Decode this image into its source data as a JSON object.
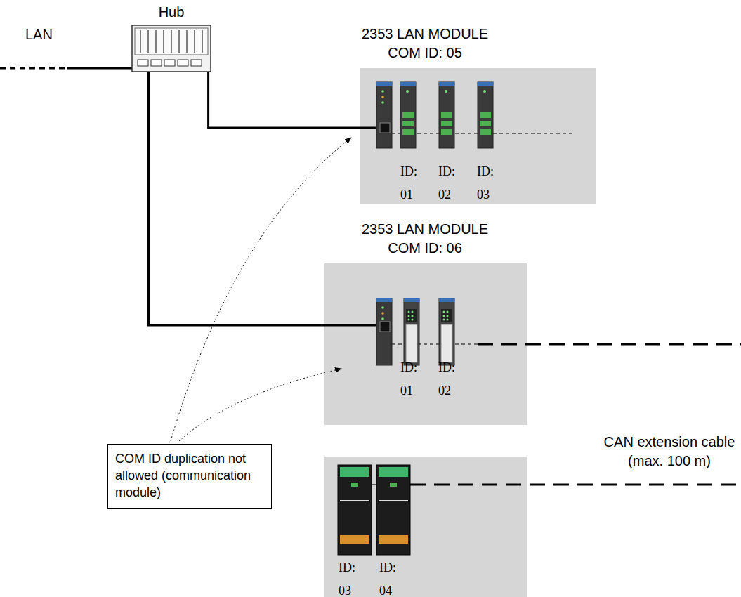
{
  "diagram": {
    "nodes": [
      {
        "text": [
          "Hub"
        ]
      },
      {
        "text": [
          "2353 LAN MODULE COM ID: 05"
        ]
      },
      {
        "text": [
          "2353 LAN MODULE COM ID: 06"
        ]
      },
      {
        "text": [
          "COM ID duplication not allowed (communication module)"
        ]
      }
    ],
    "edges": [
      {
        "from": 0,
        "to": 1,
        "arrow": "none"
      },
      {
        "from": 0,
        "to": 2,
        "arrow": "none"
      }
    ],
    "labels": [
      "LAN",
      "ID: 01",
      "ID: 02",
      "ID: 03",
      "ID: 01",
      "ID: 02",
      "ID: 03",
      "ID: 04",
      "CAN extension cable (max. 100 m)"
    ]
  }
}
